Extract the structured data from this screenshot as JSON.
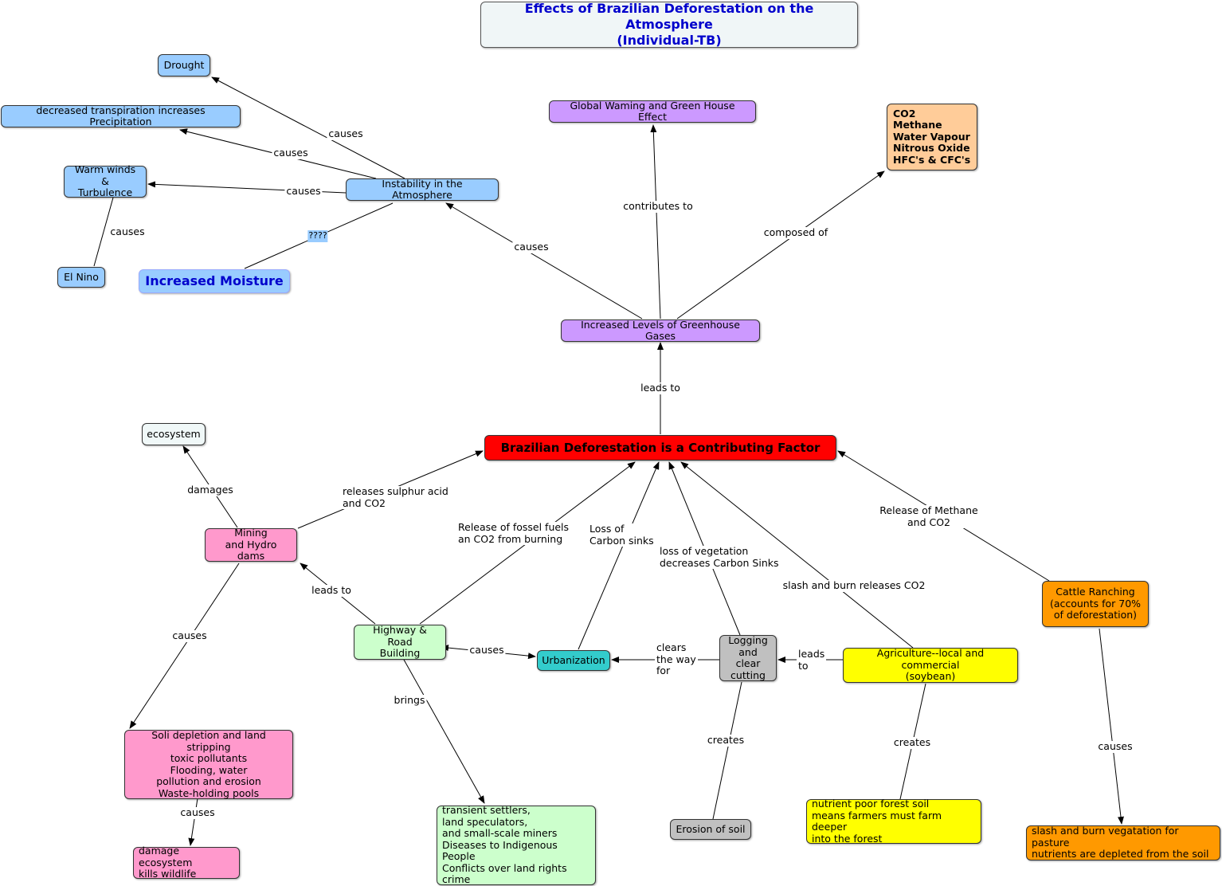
{
  "title": "Effects of Brazilian Deforestation on the Atmosphere\n(Individual-TB)",
  "colors": {
    "blue": "#99ccff",
    "purple": "#cc99ff",
    "peach": "#ffcc99",
    "red": "#ff0000",
    "pink": "#ff99cc",
    "green": "#ccffcc",
    "teal": "#33cccc",
    "grey": "#c0c0c0",
    "yellow": "#ffff00",
    "orange": "#ff9900",
    "title_text": "#0000cc"
  },
  "nodes": {
    "drought": "Drought",
    "precip": "decreased transpiration increases Precipitation",
    "warm": "Warm winds &\nTurbulence",
    "elnino": "El Nino",
    "moisture": "Increased Moisture",
    "instability": "Instability in the Atmosphere",
    "global": "Global Waming and Green House Effect",
    "gases": "CO2\nMethane\nWater Vapour\nNitrous Oxide\nHFC's & CFC's",
    "greenhouse": "Increased Levels of Greenhouse Gases",
    "main": "Brazilian Deforestation is a Contributing Factor",
    "ecosystem": "ecosystem",
    "mining": "Mining\nand Hydro dams",
    "soil": "Soli depletion and land stripping\ntoxic pollutants\nFlooding, water\npollution and erosion\nWaste-holding pools",
    "damage": "damage ecosystem\nkills wildlife",
    "highway": "Highway & Road\nBuilding",
    "settlers": "transient settlers,\n land speculators,\nand small-scale miners\nDiseases to Indigenous People\nConflicts over land rights\ncrime",
    "urban": "Urbanization",
    "logging": "Logging\nand clear\ncutting",
    "erosion": "Erosion of soil",
    "agri": "Agriculture--local and commercial\n(soybean)",
    "nutrient": "nutrient poor forest soil\nmeans farmers must farm deeper\ninto the forest",
    "cattle": "Cattle Ranching\n(accounts for 70%\nof deforestation)",
    "slash": "slash and burn vegatation for pasture\nnutrients are depleted from the soil"
  },
  "labels": {
    "causes1": "causes",
    "causes2": "causes",
    "causes3": "causes",
    "causes4": "causes",
    "qq": "????",
    "causes5": "causes",
    "contrib": "contributes to",
    "composed": "composed of",
    "leadsto": "leads to",
    "damages": "damages",
    "sulphur": "releases sulphur acid\nand CO2",
    "fossil": "Release of fossel fuels\nan CO2 from burning",
    "carbon": "Loss of\nCarbon sinks",
    "vegetation": "loss of vegetation\ndecreases Carbon Sinks",
    "slashco2": "slash and burn releases CO2",
    "methane": "Release of Methane\nand CO2",
    "leadsto2": "leads to",
    "causes6": "causes",
    "causes7": "causes",
    "brings": "brings",
    "causes8": "causes",
    "clears": "clears\nthe way\n for",
    "leadsto3": "leads\nto",
    "creates1": "creates",
    "creates2": "creates",
    "causes9": "causes"
  }
}
